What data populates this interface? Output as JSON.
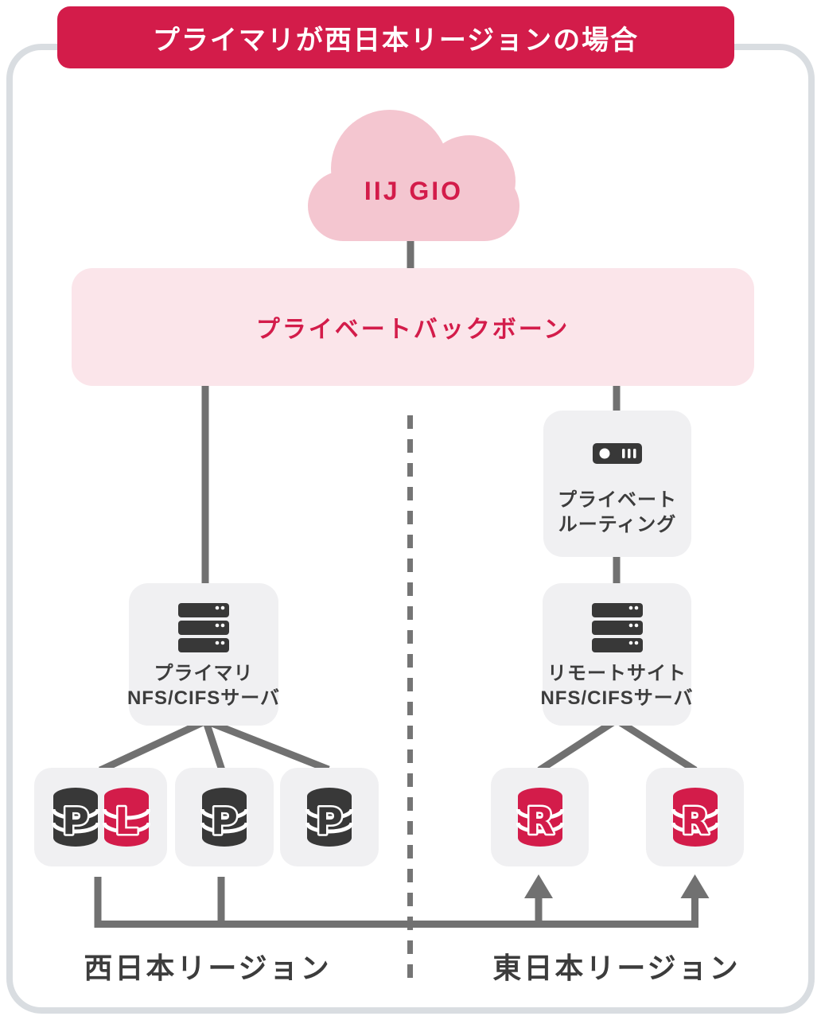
{
  "header": {
    "title": "プライマリが西日本リージョンの場合"
  },
  "cloud": {
    "label": "IIJ GIO"
  },
  "backbone": {
    "label": "プライベートバックボーン"
  },
  "nodes": {
    "routing": {
      "icon": "router-icon",
      "line1": "プライベート",
      "line2": "ルーティング"
    },
    "primary": {
      "icon": "server-icon",
      "line1": "プライマリ",
      "line2": "NFS/CIFSサーバ"
    },
    "remote": {
      "icon": "server-icon",
      "line1": "リモートサイト",
      "line2": "NFS/CIFSサーバ"
    }
  },
  "databases": {
    "west": [
      {
        "letters": [
          "P",
          "L"
        ]
      },
      {
        "letters": [
          "P"
        ]
      },
      {
        "letters": [
          "P"
        ]
      }
    ],
    "east": [
      {
        "letters": [
          "R"
        ]
      },
      {
        "letters": [
          "R"
        ]
      }
    ]
  },
  "regions": {
    "west": "西日本リージョン",
    "east": "東日本リージョン"
  },
  "colors": {
    "accent_red": "#d31c4a",
    "cloud_pink": "#f4c6d0",
    "backbone_pink": "#fbe5ea",
    "node_gray": "#f0f0f2",
    "icon_dark": "#383838",
    "db_dark": "#383838",
    "db_red": "#d31c4a",
    "line_gray": "#717171",
    "text_dark": "#3c3c3c",
    "card_border": "#d9dde1"
  }
}
